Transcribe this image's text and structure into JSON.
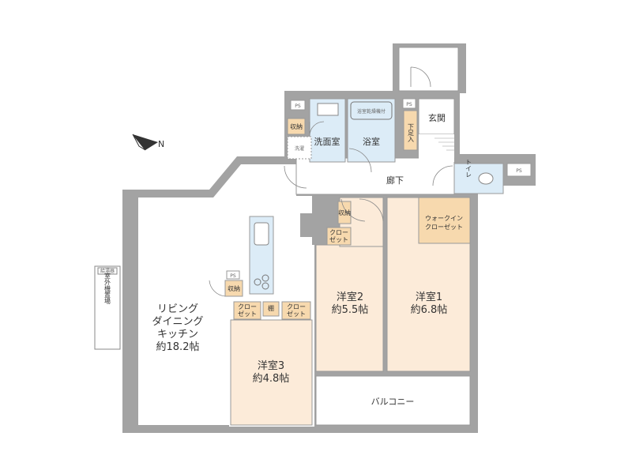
{
  "rooms": {
    "ldk": [
      "リビング",
      "ダイニング",
      "キッチン",
      "約18.2帖"
    ],
    "western1": [
      "洋室1",
      "約6.8帖"
    ],
    "western2": [
      "洋室2",
      "約5.5帖"
    ],
    "western3": [
      "洋室3",
      "約4.8帖"
    ],
    "balcony": "バルコニー",
    "corridor": "廊下",
    "entrance": "玄関",
    "shoe_storage": "下足入",
    "washroom": "洗面室",
    "bathroom": "浴室",
    "bath_dryer": "浴室乾燥機付",
    "toilet": "トイレ",
    "walk_in_closet": [
      "ウォークイン",
      "クローゼット"
    ],
    "closet": [
      "クロー",
      "ゼット"
    ],
    "storage": "収納",
    "shelf": "棚",
    "laundry_pan": "洗濯",
    "outdoor_unit": "室外機置場",
    "water_heater": "給湯器",
    "ps": "PS"
  },
  "colors": {
    "room": "#fcebd9",
    "closet": "#f7d9ae",
    "wet_area": "#dcecf7",
    "wall": "#a3a3a3"
  },
  "icons": [
    "compass-north-arrow-icon",
    "door-swing-icon",
    "stove-icon",
    "sink-icon",
    "toilet-icon"
  ]
}
